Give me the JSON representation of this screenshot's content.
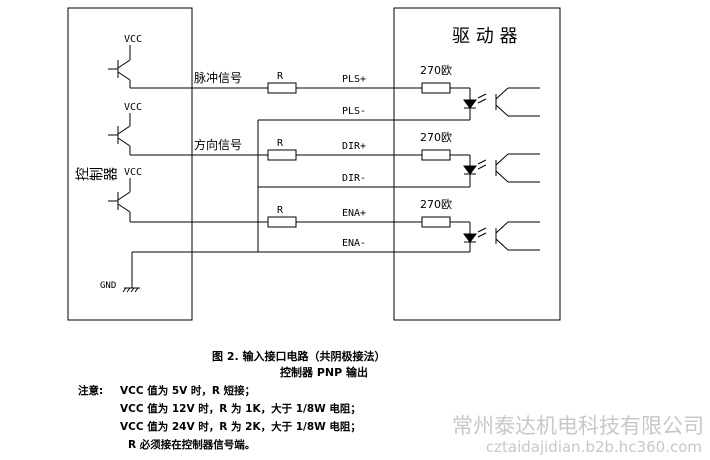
{
  "controller": {
    "label": "控制器",
    "vcc": [
      "VCC",
      "VCC",
      "VCC"
    ],
    "gnd": "GND"
  },
  "driver": {
    "label": "驱 动 器"
  },
  "signals": [
    {
      "label": "脉冲信号",
      "resistor": "R",
      "pos": "PLS+",
      "neg": "PLS-",
      "series_resistor": "270欧"
    },
    {
      "label": "方向信号",
      "resistor": "R",
      "pos": "DIR+",
      "neg": "DIR-",
      "series_resistor": "270欧"
    },
    {
      "label": "",
      "resistor": "R",
      "pos": "ENA+",
      "neg": "ENA-",
      "series_resistor": "270欧"
    }
  ],
  "caption": {
    "title": "图 2. 输入接口电路（共阴极接法）",
    "subtitle": "控制器 PNP 输出"
  },
  "notes": {
    "prefix": "注意:",
    "lines": [
      "VCC 值为 5V 时，R 短接；",
      "VCC 值为 12V 时，R 为 1K，大于 1/8W 电阻；",
      "VCC 值为 24V 时，R 为 2K，大于 1/8W 电阻；",
      "R 必须接在控制器信号端。"
    ]
  },
  "watermark": {
    "company": "常州泰达机电科技有限公司",
    "url": "cztaidajidian.b2b.hc360.com"
  }
}
